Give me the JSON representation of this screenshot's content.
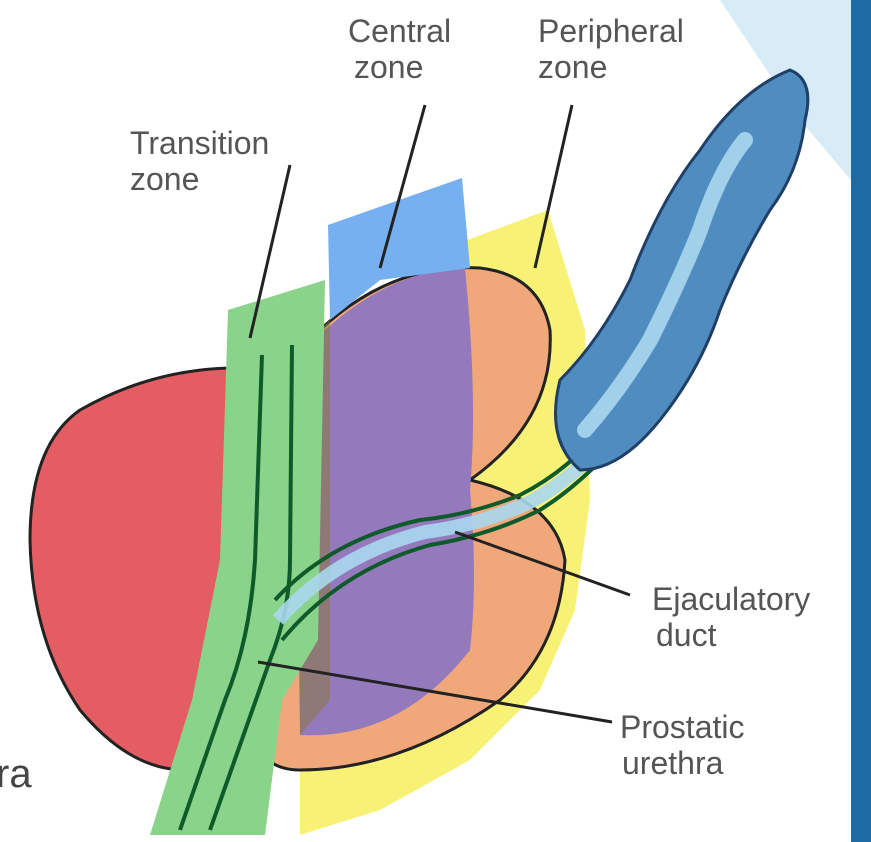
{
  "labels": {
    "central_zone": [
      "Central",
      "zone"
    ],
    "peripheral_zone": [
      "Peripheral",
      "zone"
    ],
    "transition_zone": [
      "Transition",
      "zone"
    ],
    "ejaculatory_duct": [
      "Ejaculatory",
      "duct"
    ],
    "prostatic_urethra": [
      "Prostatic",
      "urethra"
    ]
  },
  "clipped_slide_text": "ra",
  "colors": {
    "red_lobe": "#e35d62",
    "purple_region": "#9479bd",
    "orange_region": "#f0a87a",
    "yellow_region": "#f7f275",
    "green_transition": "#8ad38a",
    "blue_central": "#76b0f0",
    "seminal_vesicle": "#4f8cc0",
    "label_text": "#555555",
    "slide_accent": "#1e6aa5"
  }
}
